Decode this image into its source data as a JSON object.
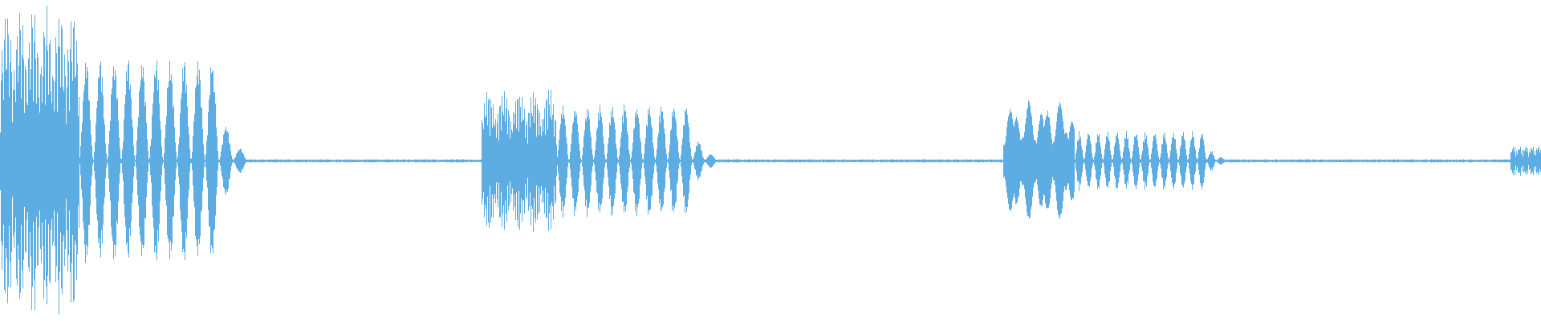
{
  "waveform": {
    "color": "#5DADE2",
    "background": "#ffffff",
    "bursts": [
      {
        "start": 0.0,
        "end": 0.16,
        "peak": 0.98,
        "body": 0.66,
        "initial_ripples": 12,
        "main_lobes": 10,
        "tail_lobes": 2
      },
      {
        "start": 0.312,
        "end": 0.465,
        "peak": 0.46,
        "body": 0.36,
        "initial_ripples": 10,
        "main_lobes": 11,
        "tail_lobes": 2
      },
      {
        "start": 0.651,
        "end": 0.795,
        "peak": 0.38,
        "body": 0.19,
        "initial_ripples": 14,
        "main_lobes": 14,
        "tail_lobes": 2
      },
      {
        "start": 0.98,
        "end": 1.0,
        "peak": 0.1,
        "body": 0.08,
        "initial_ripples": 10,
        "main_lobes": 0,
        "tail_lobes": 0
      }
    ],
    "noise_floor": 0.008
  }
}
